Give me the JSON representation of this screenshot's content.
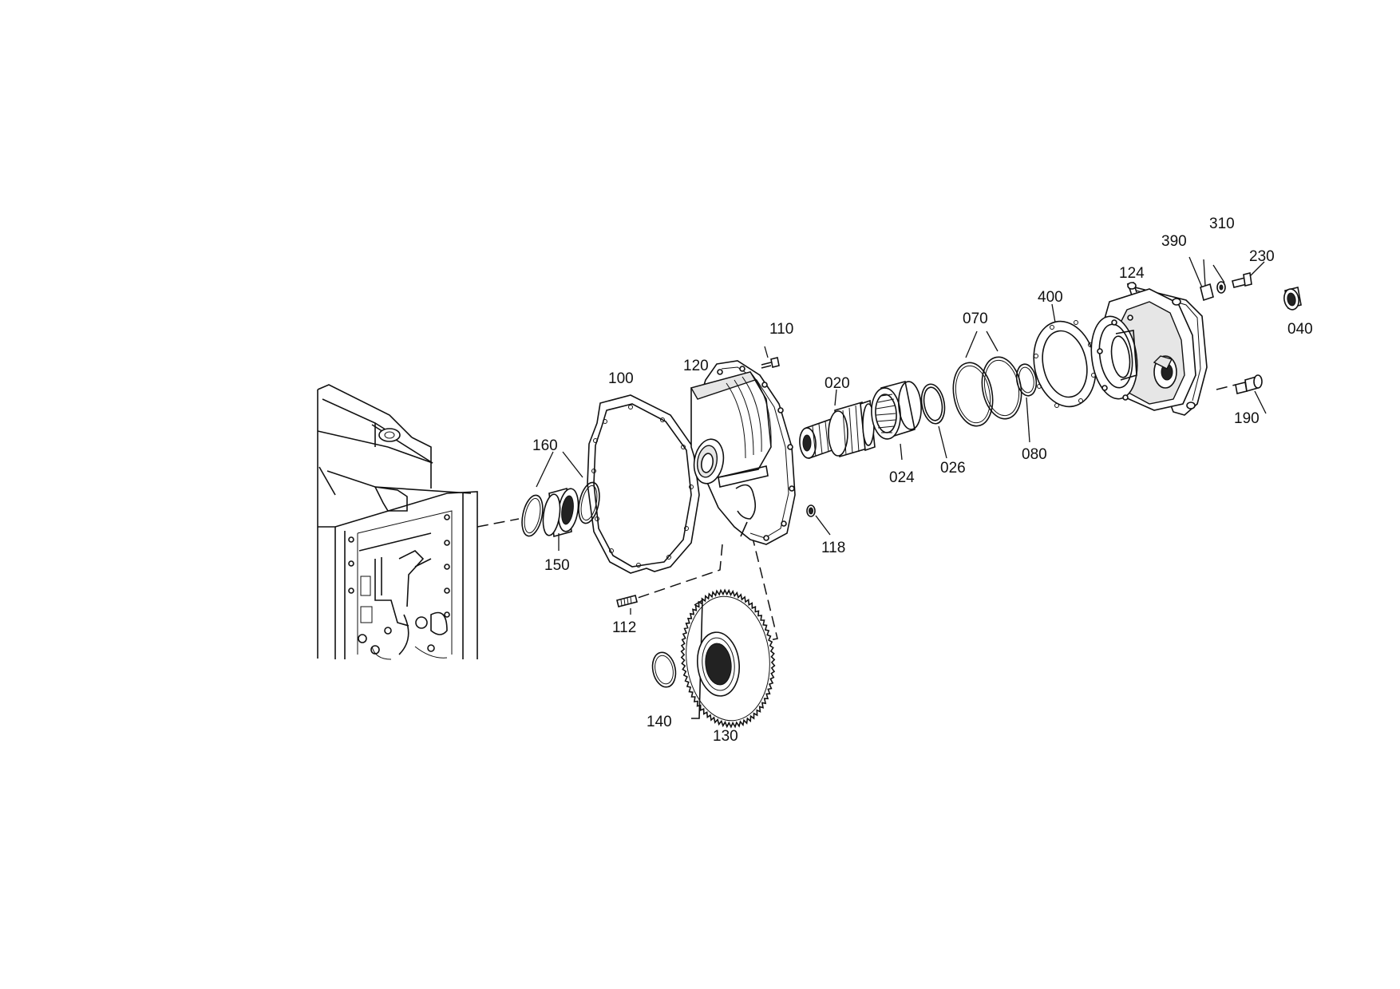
{
  "labels": {
    "p020": "020",
    "p024": "024",
    "p026": "026",
    "p040": "040",
    "p070": "070",
    "p080": "080",
    "p100": "100",
    "p110": "110",
    "p112": "112",
    "p118": "118",
    "p120": "120",
    "p124": "124",
    "p130": "130",
    "p140": "140",
    "p150": "150",
    "p160": "160",
    "p190": "190",
    "p230": "230",
    "p310": "310",
    "p390": "390",
    "p400": "400"
  }
}
